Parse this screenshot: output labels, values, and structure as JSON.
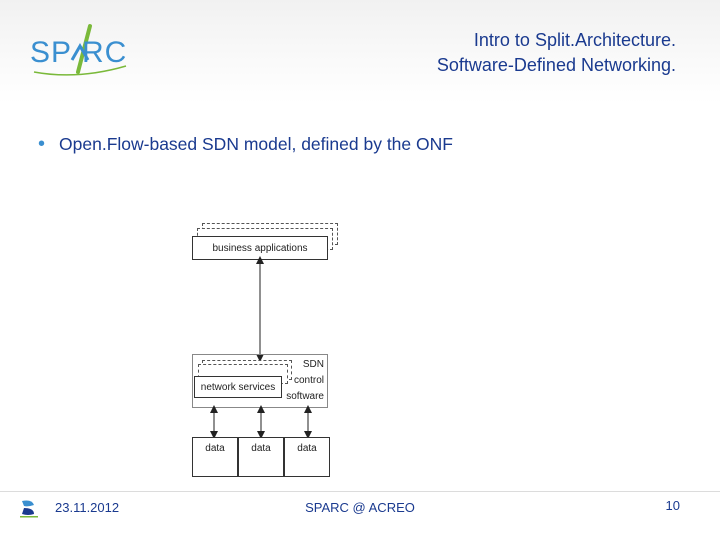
{
  "header": {
    "title_line1": "Intro to Split.Architecture.",
    "title_line2": "Software-Defined Networking.",
    "logo_text": "SPARC"
  },
  "bullet": {
    "text": "Open.Flow-based SDN model, defined by the ONF"
  },
  "diagram": {
    "business_applications": "business applications",
    "network_services": "network services",
    "sdn_control_line1": "SDN",
    "sdn_control_line2": "control",
    "sdn_control_line3": "software",
    "data_boxes": [
      "data",
      "data",
      "data"
    ]
  },
  "footer": {
    "date": "23.11.2012",
    "center": "SPARC @ ACREO",
    "page": "10"
  },
  "colors": {
    "title": "#1a3a8f",
    "bullet": "#3a8fd0",
    "logo_green": "#7ab93a",
    "logo_blue": "#3a8fd0"
  }
}
